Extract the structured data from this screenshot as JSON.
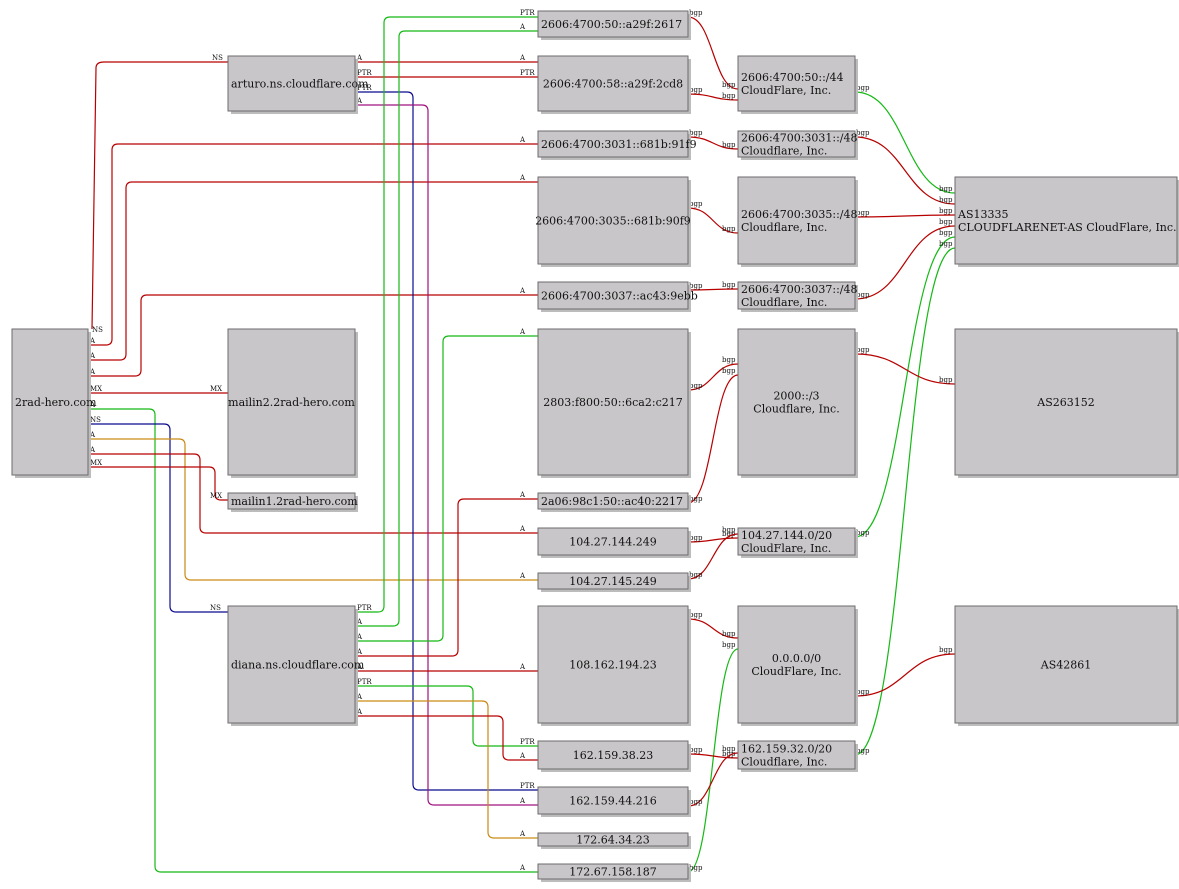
{
  "colors": {
    "red": "#b70000",
    "green": "#15b915",
    "blue": "#0a0a8f",
    "magenta": "#a0117f",
    "orange": "#c98a14"
  },
  "nodes": {
    "n2rad": {
      "lines": [
        "2rad-hero.com"
      ]
    },
    "arturo": {
      "lines": [
        "arturo.ns.cloudflare.com"
      ]
    },
    "diana": {
      "lines": [
        "diana.ns.cloudflare.com"
      ]
    },
    "mailin2": {
      "lines": [
        "mailin2.2rad-hero.com"
      ]
    },
    "mailin1": {
      "lines": [
        "mailin1.2rad-hero.com"
      ]
    },
    "ip2617": {
      "lines": [
        "2606:4700:50::a29f:2617"
      ]
    },
    "ip2cd8": {
      "lines": [
        "2606:4700:58::a29f:2cd8"
      ]
    },
    "ip91f9": {
      "lines": [
        "2606:4700:3031::681b:91f9"
      ]
    },
    "ip90f9": {
      "lines": [
        "2606:4700:3035::681b:90f9"
      ]
    },
    "ip9ebb": {
      "lines": [
        "2606:4700:3037::ac43:9ebb"
      ]
    },
    "ipc217": {
      "lines": [
        "2803:f800:50::6ca2:c217"
      ]
    },
    "ip2217": {
      "lines": [
        "2a06:98c1:50::ac40:2217"
      ]
    },
    "ip249a": {
      "lines": [
        "104.27.144.249"
      ]
    },
    "ip249b": {
      "lines": [
        "104.27.145.249"
      ]
    },
    "ip108": {
      "lines": [
        "108.162.194.23"
      ]
    },
    "ip162a": {
      "lines": [
        "162.159.38.23"
      ]
    },
    "ip162b": {
      "lines": [
        "162.159.44.216"
      ]
    },
    "ip172a": {
      "lines": [
        "172.64.34.23"
      ]
    },
    "ip172b": {
      "lines": [
        "172.67.158.187"
      ]
    },
    "pfx44": {
      "lines": [
        "2606:4700:50::/44",
        "CloudFlare, Inc."
      ]
    },
    "pfx3031": {
      "lines": [
        "2606:4700:3031::/48",
        "Cloudflare, Inc."
      ]
    },
    "pfx3035": {
      "lines": [
        "2606:4700:3035::/48",
        "Cloudflare, Inc."
      ]
    },
    "pfx3037": {
      "lines": [
        "2606:4700:3037::/48",
        "Cloudflare, Inc."
      ]
    },
    "pfx2000": {
      "lines": [
        "2000::/3",
        "Cloudflare, Inc."
      ]
    },
    "pfx104": {
      "lines": [
        "104.27.144.0/20",
        "CloudFlare, Inc."
      ]
    },
    "pfx0000": {
      "lines": [
        "0.0.0.0/0",
        "CloudFlare, Inc."
      ]
    },
    "pfx162": {
      "lines": [
        "162.159.32.0/20",
        "Cloudflare, Inc."
      ]
    },
    "as13335": {
      "lines": [
        "AS13335",
        "CLOUDFLARENET-AS CloudFlare, Inc."
      ]
    },
    "as263152": {
      "lines": [
        "AS263152"
      ]
    },
    "as42861": {
      "lines": [
        "AS42861"
      ]
    }
  },
  "edges": [
    {
      "from": "n2rad",
      "to": "arturo",
      "label": "NS",
      "color": "red"
    },
    {
      "from": "n2rad",
      "to": "ip91f9",
      "label": "A",
      "color": "red"
    },
    {
      "from": "n2rad",
      "to": "ip90f9",
      "label": "A",
      "color": "red"
    },
    {
      "from": "n2rad",
      "to": "ip9ebb",
      "label": "A",
      "color": "red"
    },
    {
      "from": "n2rad",
      "to": "mailin2",
      "label": "MX",
      "color": "red"
    },
    {
      "from": "n2rad",
      "to": "ip172b",
      "label": "A",
      "color": "green"
    },
    {
      "from": "n2rad",
      "to": "diana",
      "label": "NS",
      "color": "blue"
    },
    {
      "from": "n2rad",
      "to": "ip249b",
      "label": "A",
      "color": "orange"
    },
    {
      "from": "n2rad",
      "to": "ip249a",
      "label": "A",
      "color": "red"
    },
    {
      "from": "n2rad",
      "to": "mailin1",
      "label": "MX",
      "color": "red"
    },
    {
      "from": "arturo",
      "to": "ip2cd8",
      "label": "A",
      "color": "red"
    },
    {
      "from": "arturo",
      "to": "ip2cd8",
      "label": "PTR",
      "color": "red"
    },
    {
      "from": "arturo",
      "to": "ip162b",
      "label": "PTR",
      "color": "blue"
    },
    {
      "from": "arturo",
      "to": "ip162b",
      "label": "A",
      "color": "magenta"
    },
    {
      "from": "diana",
      "to": "ip2617",
      "label": "PTR",
      "color": "green"
    },
    {
      "from": "diana",
      "to": "ip2617",
      "label": "A",
      "color": "green"
    },
    {
      "from": "diana",
      "to": "ipc217",
      "label": "A",
      "color": "green"
    },
    {
      "from": "diana",
      "to": "ip2217",
      "label": "A",
      "color": "red"
    },
    {
      "from": "diana",
      "to": "ip108",
      "label": "A",
      "color": "red"
    },
    {
      "from": "diana",
      "to": "ip162a",
      "label": "PTR",
      "color": "green"
    },
    {
      "from": "diana",
      "to": "ip172a",
      "label": "A",
      "color": "orange"
    },
    {
      "from": "diana",
      "to": "ip162a",
      "label": "A",
      "color": "red"
    },
    {
      "from": "ip2617",
      "to": "pfx44",
      "label": "bgp",
      "color": "red"
    },
    {
      "from": "ip2cd8",
      "to": "pfx44",
      "label": "bgp",
      "color": "red"
    },
    {
      "from": "ip91f9",
      "to": "pfx3031",
      "label": "bgp",
      "color": "red"
    },
    {
      "from": "ip90f9",
      "to": "pfx3035",
      "label": "bgp",
      "color": "red"
    },
    {
      "from": "ip9ebb",
      "to": "pfx3037",
      "label": "bgp",
      "color": "red"
    },
    {
      "from": "ipc217",
      "to": "pfx2000",
      "label": "bgp",
      "color": "red"
    },
    {
      "from": "ip2217",
      "to": "pfx2000",
      "label": "bgp",
      "color": "red"
    },
    {
      "from": "ip249a",
      "to": "pfx104",
      "label": "bgp",
      "color": "red"
    },
    {
      "from": "ip249b",
      "to": "pfx104",
      "label": "bgp",
      "color": "red"
    },
    {
      "from": "ip108",
      "to": "pfx0000",
      "label": "bgp",
      "color": "red"
    },
    {
      "from": "ip172b",
      "to": "pfx0000",
      "label": "bgp",
      "color": "green"
    },
    {
      "from": "ip162a",
      "to": "pfx162",
      "label": "bgp",
      "color": "red"
    },
    {
      "from": "ip162b",
      "to": "pfx162",
      "label": "bgp",
      "color": "red"
    },
    {
      "from": "pfx44",
      "to": "as13335",
      "label": "bgp",
      "color": "green"
    },
    {
      "from": "pfx3031",
      "to": "as13335",
      "label": "bgp",
      "color": "red"
    },
    {
      "from": "pfx3035",
      "to": "as13335",
      "label": "bgp",
      "color": "red"
    },
    {
      "from": "pfx3037",
      "to": "as13335",
      "label": "bgp",
      "color": "red"
    },
    {
      "from": "pfx104",
      "to": "as13335",
      "label": "bgp",
      "color": "green"
    },
    {
      "from": "pfx162",
      "to": "as13335",
      "label": "bgp",
      "color": "green"
    },
    {
      "from": "pfx2000",
      "to": "as263152",
      "label": "bgp",
      "color": "red"
    },
    {
      "from": "pfx0000",
      "to": "as42861",
      "label": "bgp",
      "color": "red"
    }
  ]
}
